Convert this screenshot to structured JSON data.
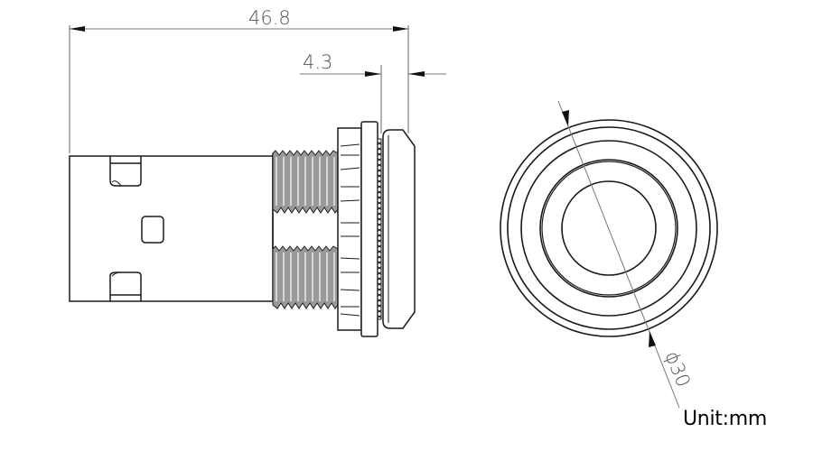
{
  "drawing": {
    "type": "technical-dimension-drawing",
    "subject": "panel-mount push button / connector",
    "views": [
      "side-view",
      "front-view"
    ]
  },
  "dimensions": {
    "overall_length": {
      "label": "46.8",
      "value": 46.8
    },
    "bezel_thickness": {
      "label": "4.3",
      "value": 4.3
    },
    "face_diameter": {
      "label": "ϕ30",
      "value": 30
    }
  },
  "unit_label": "Unit:mm",
  "colors": {
    "line": "#1a1a1a",
    "dimension_line": "#777777",
    "text": "#555555",
    "background": "#ffffff"
  }
}
